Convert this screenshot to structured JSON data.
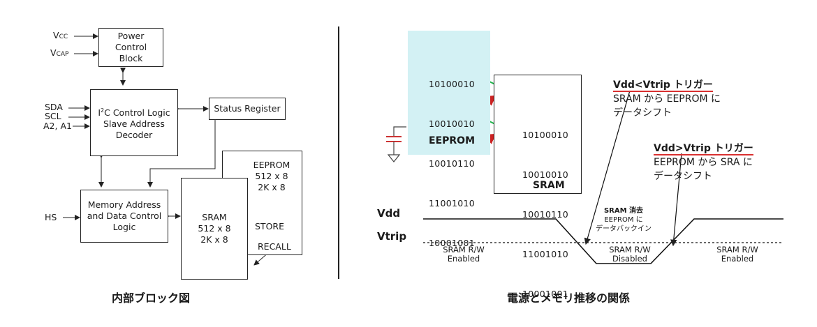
{
  "left": {
    "power_block": "Power\nControl\nBlock",
    "vcc_main": "V",
    "vcc_sub": "CC",
    "vcap_main": "V",
    "vcap_sub": "CAP",
    "sda": "SDA",
    "scl": "SCL",
    "a2a1": "A2, A1",
    "i2c_prefix": "I",
    "i2c_sup": "2",
    "i2c_rest": "C Control Logic",
    "slave_line2": "Slave Address",
    "slave_line3": "Decoder",
    "status_register": "Status Register",
    "hs": "HS",
    "memory_logic": "Memory Address\nand Data Control\nLogic",
    "sram_block": "SRAM\n512 x 8\n2K x 8",
    "eeprom_block": "EEPROM\n512 x 8\n2K x 8",
    "store": "STORE",
    "recall": "RECALL",
    "caption": "内部ブロック図"
  },
  "right": {
    "eeprom_bits": [
      "10100010",
      "10010010",
      "10010110",
      "11001010",
      "10001001"
    ],
    "eeprom_label": "EEPROM",
    "sram_bits": [
      "10100010",
      "10010010",
      "10010110",
      "11001010",
      "10001001"
    ],
    "sram_label": "SRAM",
    "trigger1_title": "Vdd<Vtrip トリガー",
    "trigger1_line1": "SRAM から EEPROM に",
    "trigger1_line2": "データシフト",
    "trigger2_title": "Vdd>Vtrip トリガー",
    "trigger2_line1": "EEPROM から SRA に",
    "trigger2_line2": "データシフト",
    "vdd": "Vdd",
    "vtrip": "Vtrip",
    "mid_title": "SRAM 消去",
    "mid_line1": "EEPROM に",
    "mid_line2": "データバックイン",
    "rw_left_1": "SRAM R/W",
    "rw_left_2": "Enabled",
    "rw_mid_1": "SRAM R/W",
    "rw_mid_2": "Disabled",
    "rw_right_1": "SRAM R/W",
    "rw_right_2": "Enabled",
    "caption": "電源とメモリ推移の関係"
  },
  "colors": {
    "eeprom_fill": "#d3f1f4",
    "green_arrow": "#1fb34a",
    "red_arrow": "#cc2222",
    "cap_red": "#cc3333"
  }
}
